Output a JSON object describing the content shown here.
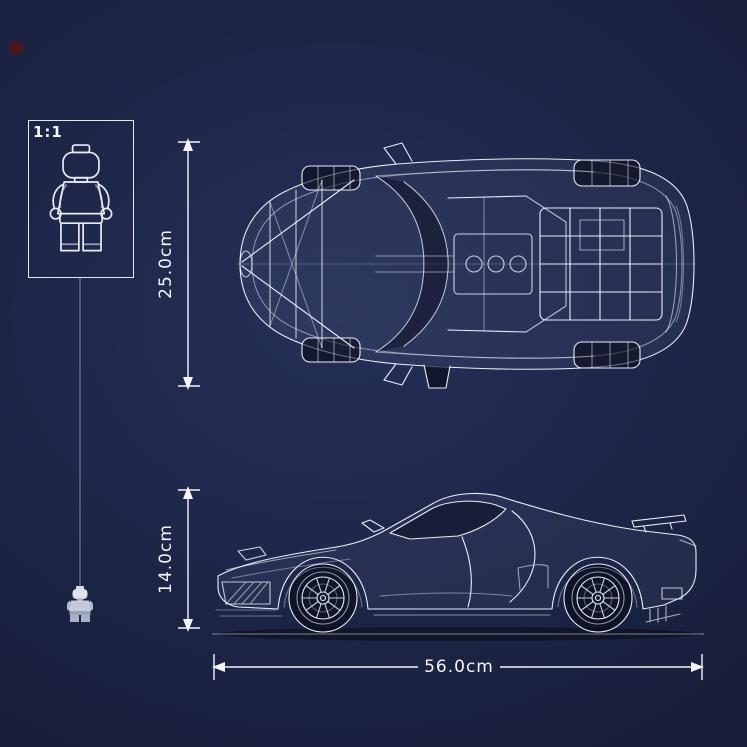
{
  "page": {
    "background_color": "#1d2547",
    "line_color": "#e9edf7"
  },
  "icons": {
    "scale_figure": "lego-minifigure-outline",
    "pendant_figure": "lego-minifigure-small"
  },
  "scale_box": {
    "label": "1:1"
  },
  "dimensions": {
    "top_view_height": "25.0cm",
    "side_view_height": "14.0cm",
    "overall_length": "56.0cm"
  }
}
